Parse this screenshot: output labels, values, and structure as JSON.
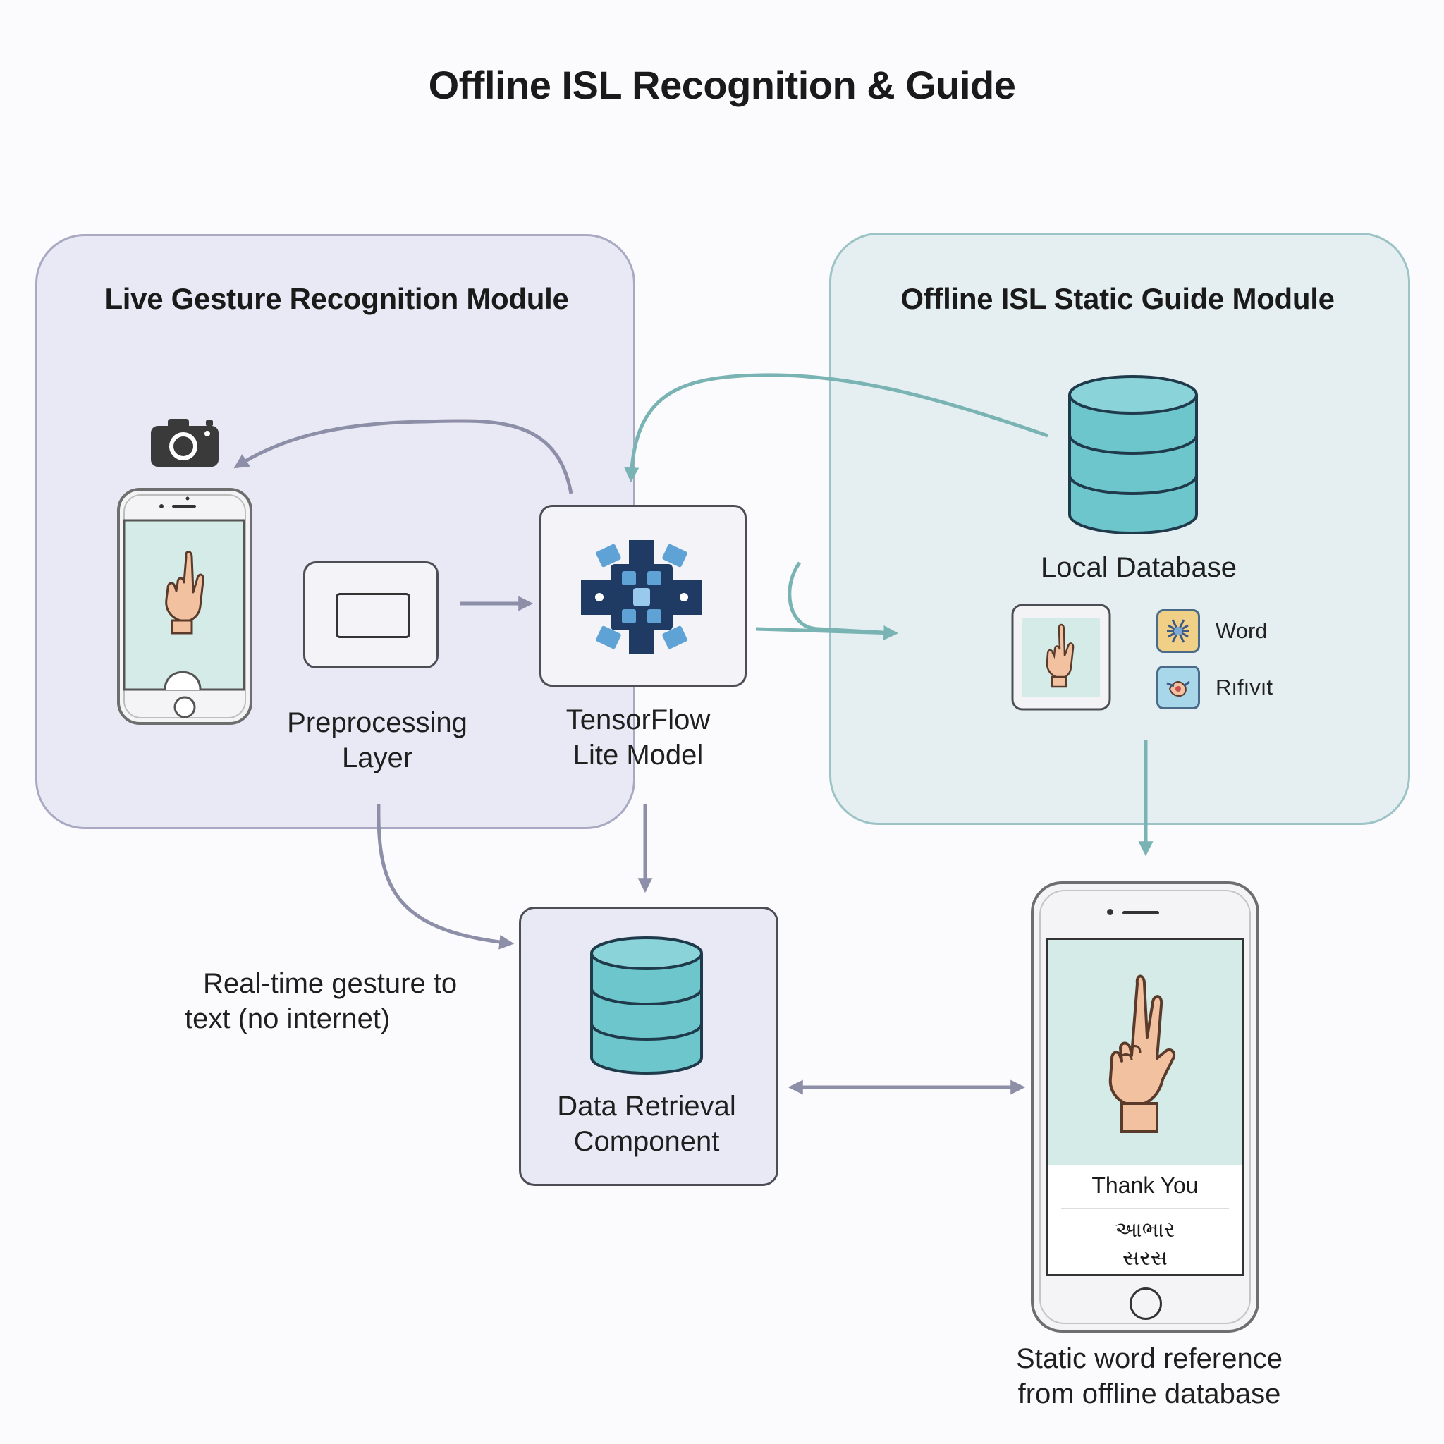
{
  "title": "Offline ISL Recognition & Guide",
  "modules": {
    "live": {
      "title": "Live Gesture Recognition Module"
    },
    "guide": {
      "title": "Offline ISL Static Guide Module"
    }
  },
  "nodes": {
    "preprocessing": {
      "label_line1": "Preprocessing",
      "label_line2": "Layer"
    },
    "tflite": {
      "label_line1": "TensorFlow",
      "label_line2": "Lite Model"
    },
    "local_db": {
      "label": "Local Database"
    },
    "data_retrieval": {
      "label_line1": "Data Retrieval",
      "label_line2": "Component"
    }
  },
  "guide_legend": [
    {
      "label": "Word",
      "icon": "word-thumbnail-icon"
    },
    {
      "label": "Rıfıvıt",
      "icon": "gesture-thumbnail-icon"
    }
  ],
  "annotations": {
    "realtime_line1": "Real-time gesture to",
    "realtime_line2": "text (no internet)",
    "static_line1": "Static word reference",
    "static_line2": "from offline database"
  },
  "phone_display": {
    "word": "Thank You",
    "translation_line1": "આભાર",
    "translation_line2": "સરસ"
  },
  "colors": {
    "live_module_bg": "#e8e9f4",
    "guide_module_bg": "#e6f0f1",
    "teal_arrow": "#7ab3b3",
    "gray_arrow": "#8d8fa8",
    "database": "#6ec6cd",
    "tf_navy": "#1f3a63",
    "tf_blue": "#5fa3d6"
  }
}
